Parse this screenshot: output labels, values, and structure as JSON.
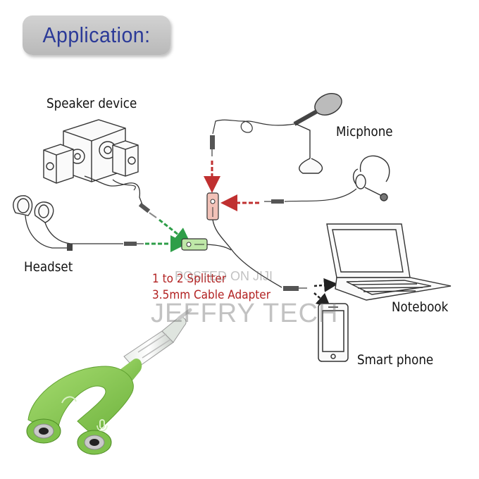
{
  "banner": {
    "title": "Application:"
  },
  "devices": {
    "speaker": "Speaker device",
    "microphone": "Micphone",
    "headset": "Headset",
    "notebook": "Notebook",
    "smartphone": "Smart phone"
  },
  "splitter": {
    "line1": "1 to 2 Splitter",
    "line2": "3.5mm Cable Adapter"
  },
  "watermark": {
    "line1": "POSTED ON JIJI",
    "line2": "JEFFRY TECH"
  },
  "colors": {
    "banner_text": "#2b3a98",
    "banner_bg": "#c4c4c4",
    "label_red": "#b22222",
    "arrow_green": "#2e9e48",
    "arrow_red": "#c03030",
    "adapter_green": "#8fd05a"
  }
}
